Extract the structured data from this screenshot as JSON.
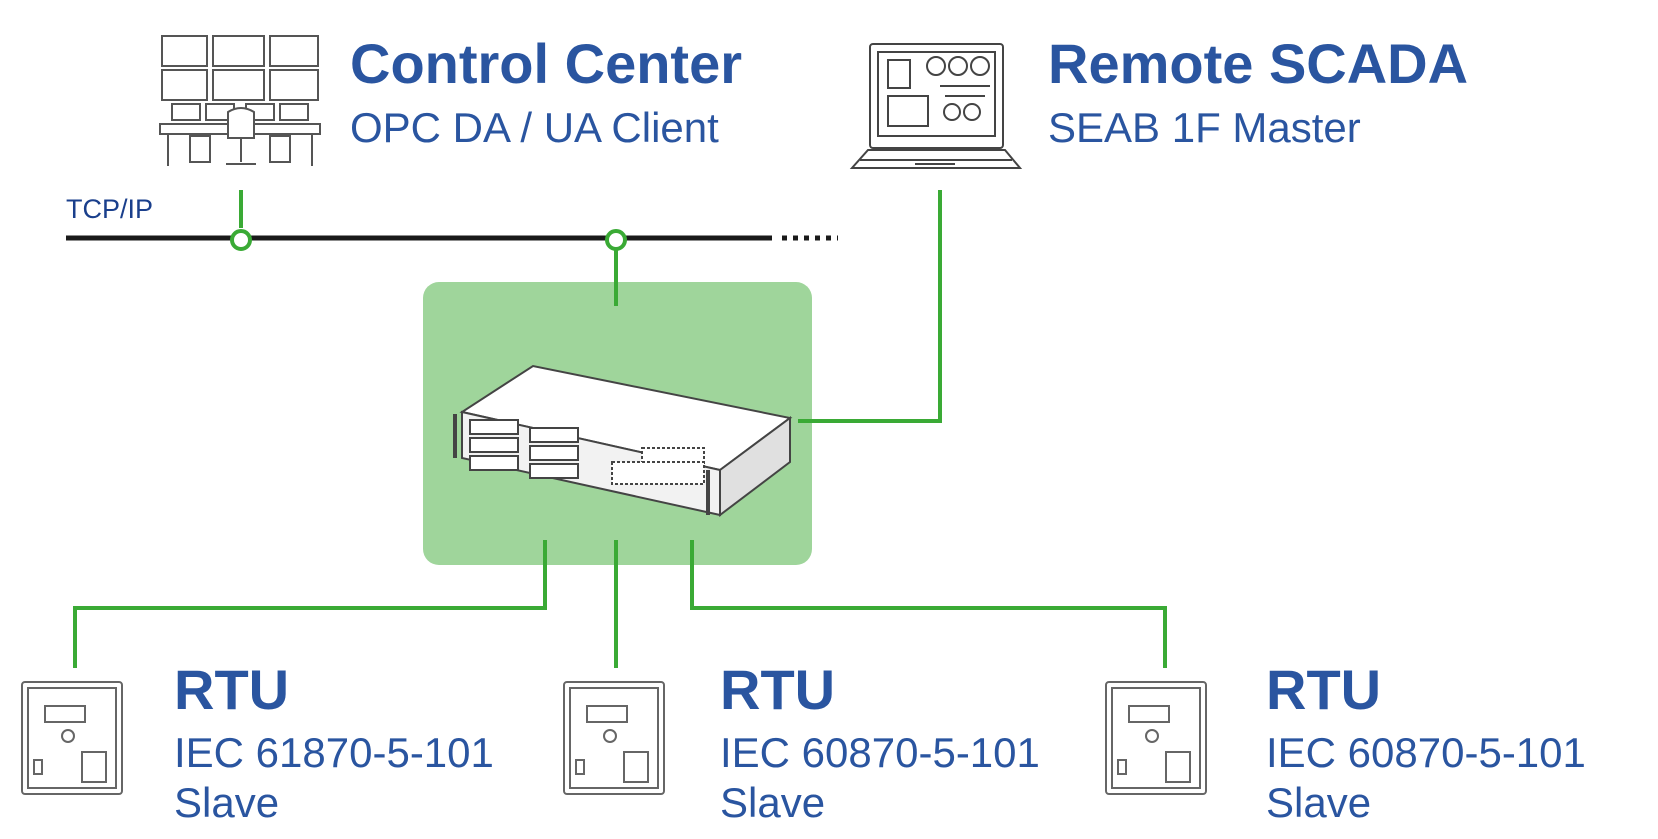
{
  "network_label": "TCP/IP",
  "nodes": {
    "control_center": {
      "title": "Control Center",
      "subtitle": "OPC DA / UA Client"
    },
    "remote_scada": {
      "title": "Remote SCADA",
      "subtitle": "SEAB 1F Master"
    },
    "rtus": [
      {
        "title": "RTU",
        "protocol": "IEC 61870-5-101",
        "role": "Slave"
      },
      {
        "title": "RTU",
        "protocol": "IEC 60870-5-101",
        "role": "Slave"
      },
      {
        "title": "RTU",
        "protocol": "IEC 60870-5-101",
        "role": "Slave"
      }
    ]
  },
  "colors": {
    "link": "#3aaa35",
    "gateway_box": "#9fd59b",
    "label_text": "#2a55a0",
    "bus": "#1a1a1a"
  }
}
